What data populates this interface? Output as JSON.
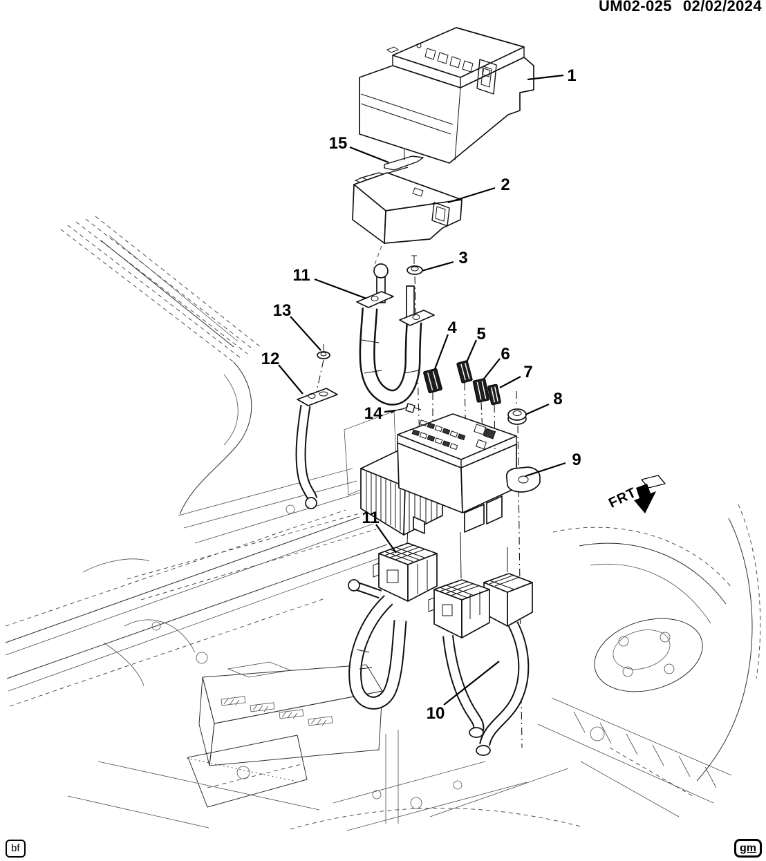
{
  "header": {
    "doc_id": "UM02-025",
    "date": "02/02/2024"
  },
  "direction_indicator": {
    "label": "FRT"
  },
  "footer": {
    "left_stamp": "bf",
    "right_stamp": "gm"
  },
  "callouts": {
    "c1": {
      "label": "1"
    },
    "c2": {
      "label": "2"
    },
    "c3": {
      "label": "3"
    },
    "c4": {
      "label": "4"
    },
    "c5": {
      "label": "5"
    },
    "c6": {
      "label": "6"
    },
    "c7": {
      "label": "7"
    },
    "c8": {
      "label": "8"
    },
    "c9": {
      "label": "9"
    },
    "c10": {
      "label": "10"
    },
    "c11_upper": {
      "label": "11"
    },
    "c11_lower": {
      "label": "11"
    },
    "c12": {
      "label": "12"
    },
    "c13": {
      "label": "13"
    },
    "c14": {
      "label": "14"
    },
    "c15": {
      "label": "15"
    }
  }
}
